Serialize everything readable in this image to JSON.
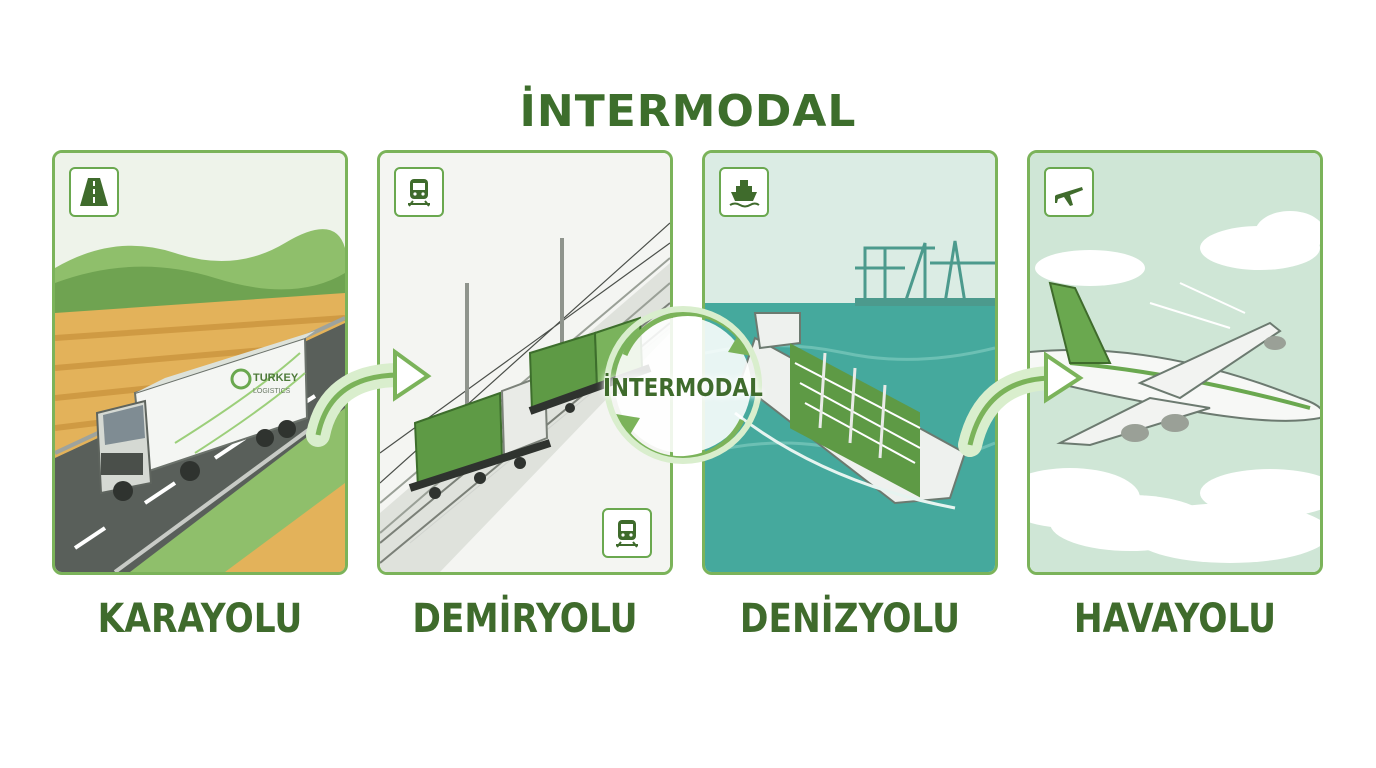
{
  "title": "İNTERMODAL",
  "hub_label": "İNTERMODAL",
  "truck_brand": "TURKEY",
  "truck_brand_sub": "LOGISTICS",
  "panels": [
    {
      "label": "KARAYOLU",
      "icon": "road-icon"
    },
    {
      "label": "DEMİRYOLU",
      "icon": "train-icon"
    },
    {
      "label": "DENİZYOLU",
      "icon": "ship-icon"
    },
    {
      "label": "HAVAYOLU",
      "icon": "plane-icon"
    }
  ],
  "colors": {
    "accent": "#3f6b2c",
    "frame": "#7bb35a",
    "green": "#6aa84f",
    "sea": "#3fa89c"
  }
}
